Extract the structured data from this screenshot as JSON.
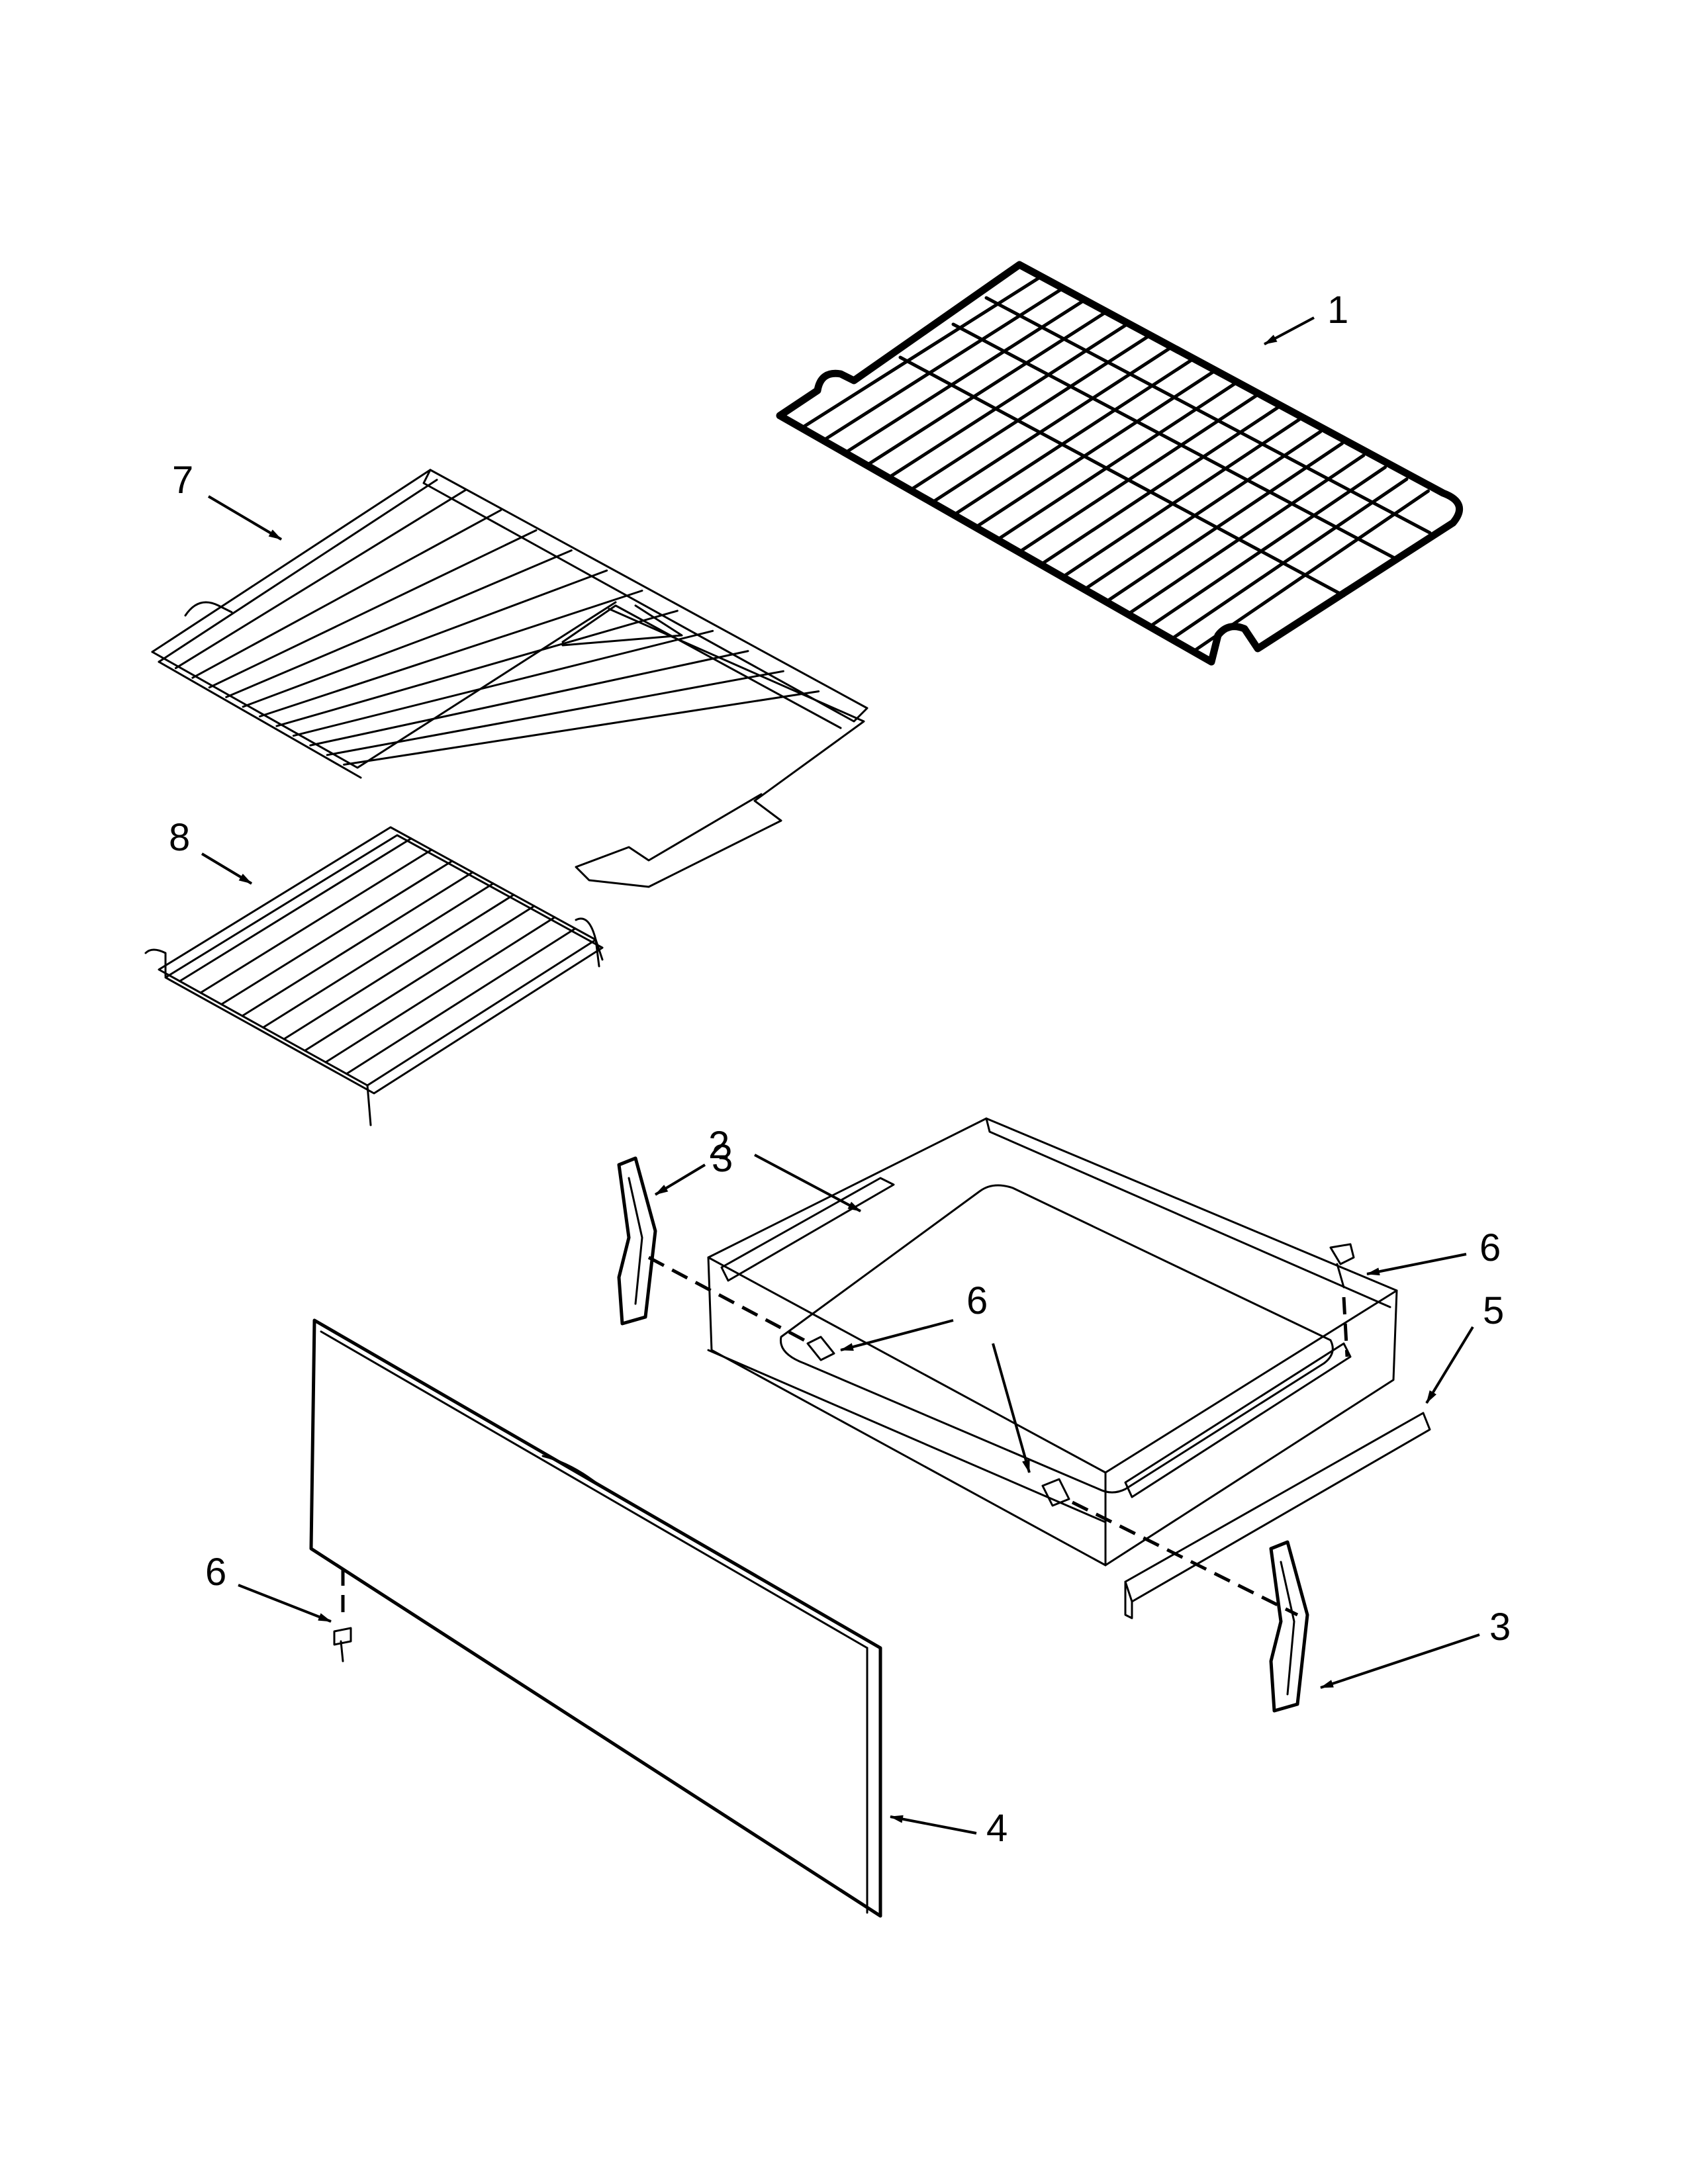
{
  "callouts": [
    {
      "id": "oven-rack",
      "label": "1"
    },
    {
      "id": "drawer-body",
      "label": "2"
    },
    {
      "id": "slide-left",
      "label": "3"
    },
    {
      "id": "slide-right",
      "label": "3"
    },
    {
      "id": "drawer-front",
      "label": "4"
    },
    {
      "id": "rail",
      "label": "5"
    },
    {
      "id": "screw-top-right",
      "label": "6"
    },
    {
      "id": "screw-center",
      "label": "6"
    },
    {
      "id": "screw-front",
      "label": "6"
    },
    {
      "id": "roller-rack",
      "label": "7"
    },
    {
      "id": "half-rack",
      "label": "8"
    }
  ],
  "colors": {
    "ink": "#000000",
    "paper": "#ffffff"
  }
}
